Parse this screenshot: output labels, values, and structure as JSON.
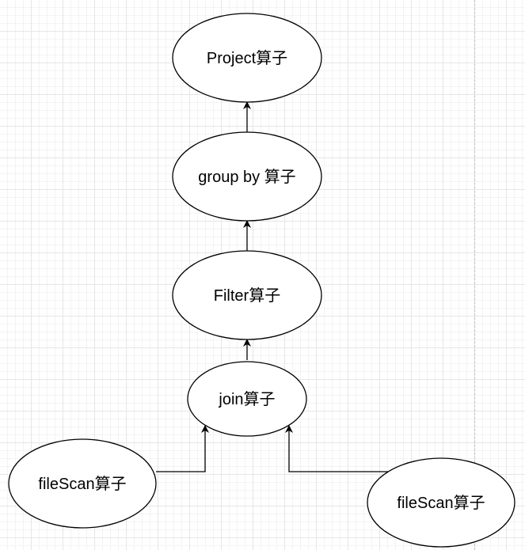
{
  "diagram": {
    "nodes": [
      {
        "id": "project",
        "label": "Project算子"
      },
      {
        "id": "groupby",
        "label": "group by 算子"
      },
      {
        "id": "filter",
        "label": "Filter算子"
      },
      {
        "id": "join",
        "label": "join算子"
      },
      {
        "id": "filescan-left",
        "label": "fileScan算子"
      },
      {
        "id": "filescan-right",
        "label": "fileScan算子"
      }
    ],
    "edges": [
      {
        "from": "groupby",
        "to": "project"
      },
      {
        "from": "filter",
        "to": "groupby"
      },
      {
        "from": "join",
        "to": "filter"
      },
      {
        "from": "filescan-left",
        "to": "join"
      },
      {
        "from": "filescan-right",
        "to": "join"
      }
    ],
    "colors": {
      "stroke": "#000000",
      "fill": "#ffffff",
      "grid": "#e6e6e6"
    }
  }
}
